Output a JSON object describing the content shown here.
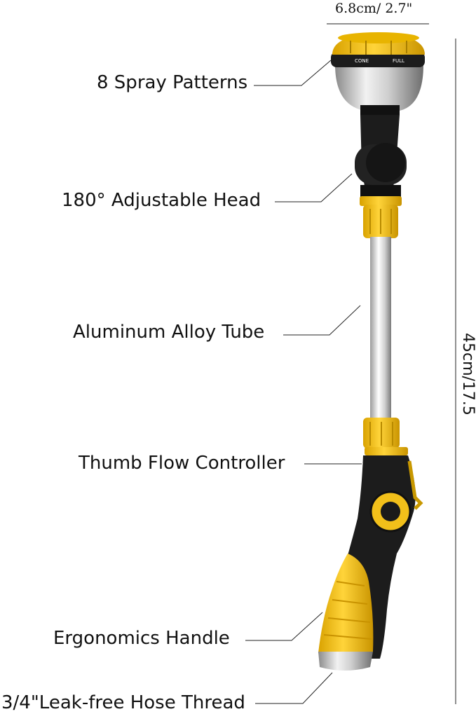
{
  "dimensions": {
    "width_label": "6.8cm/ 2.7\"",
    "length_label": "45cm/17.5"
  },
  "callouts": {
    "spray": "8 Spray Patterns",
    "head": "180° Adjustable Head",
    "tube": "Aluminum Alloy Tube",
    "thumb": "Thumb Flow Controller",
    "handle": "Ergonomics Handle",
    "thread": "3/4\"Leak-free Hose Thread"
  },
  "nozzle_dial": {
    "pattern_labels": [
      "CONE",
      "FULL"
    ]
  },
  "colors": {
    "accent_yellow": "#f4c21a",
    "grip_black": "#1c1c1c",
    "metal": "#c9c9c9"
  }
}
